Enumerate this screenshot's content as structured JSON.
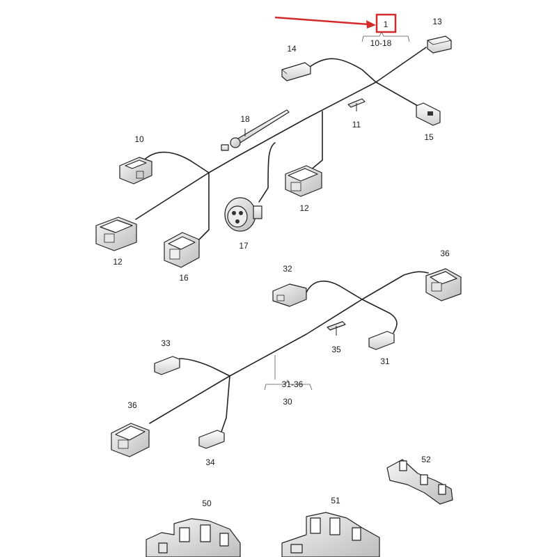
{
  "colors": {
    "highlight": "#d42a2a",
    "ink": "#222222",
    "part_fill": "#f4f4f4",
    "part_shade": "#d9d9d9"
  },
  "labels": {
    "n1": "1",
    "n10_18": "10-18",
    "n13": "13",
    "n14": "14",
    "n15": "15",
    "n18": "18",
    "n11": "11",
    "n10": "10",
    "n12a": "12",
    "n12b": "12",
    "n17": "17",
    "n16": "16",
    "n36a": "36",
    "n32": "32",
    "n35": "35",
    "n31": "31",
    "n33": "33",
    "n31_36": "31-36",
    "n30": "30",
    "n36b": "36",
    "n34": "34",
    "n52": "52",
    "n50": "50",
    "n51": "51"
  },
  "icons": [
    "red-arrow-icon",
    "connector-icon",
    "cable-tie-icon",
    "clip-icon",
    "bracket-icon"
  ]
}
